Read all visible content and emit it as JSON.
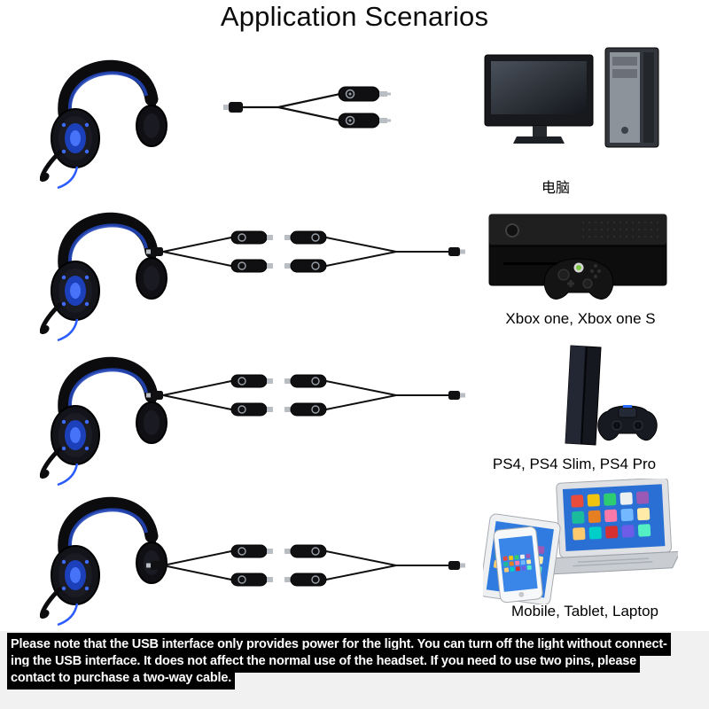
{
  "title": "Application Scenarios",
  "scenarios": [
    {
      "label": "电脑",
      "device": "desktop-computer",
      "cable": "y-splitter-cable"
    },
    {
      "label": "Xbox one, Xbox one S",
      "device": "xbox-console-with-controller",
      "cable": "dual-splitter-extension-cable"
    },
    {
      "label": "PS4, PS4 Slim, PS4 Pro",
      "device": "ps4-console-with-controller",
      "cable": "dual-splitter-extension-cable"
    },
    {
      "label": "Mobile, Tablet, Laptop",
      "device": "phone-tablet-laptop",
      "cable": "dual-splitter-extension-cable"
    }
  ],
  "left_column_image": "gaming-headset-with-blue-led",
  "footer": {
    "lines": [
      "Please note that the USB interface only provides power for the light. You can turn off the light without connect-",
      "ing the USB interface. It does not affect the normal use of the headset. If you need to use two pins, please",
      "contact to purchase a two-way cable."
    ]
  },
  "colors": {
    "led_blue": "#2b5cff",
    "screen_blue": "#2a6fd4",
    "highlight_bg": "#000000",
    "highlight_text": "#ffffff"
  }
}
